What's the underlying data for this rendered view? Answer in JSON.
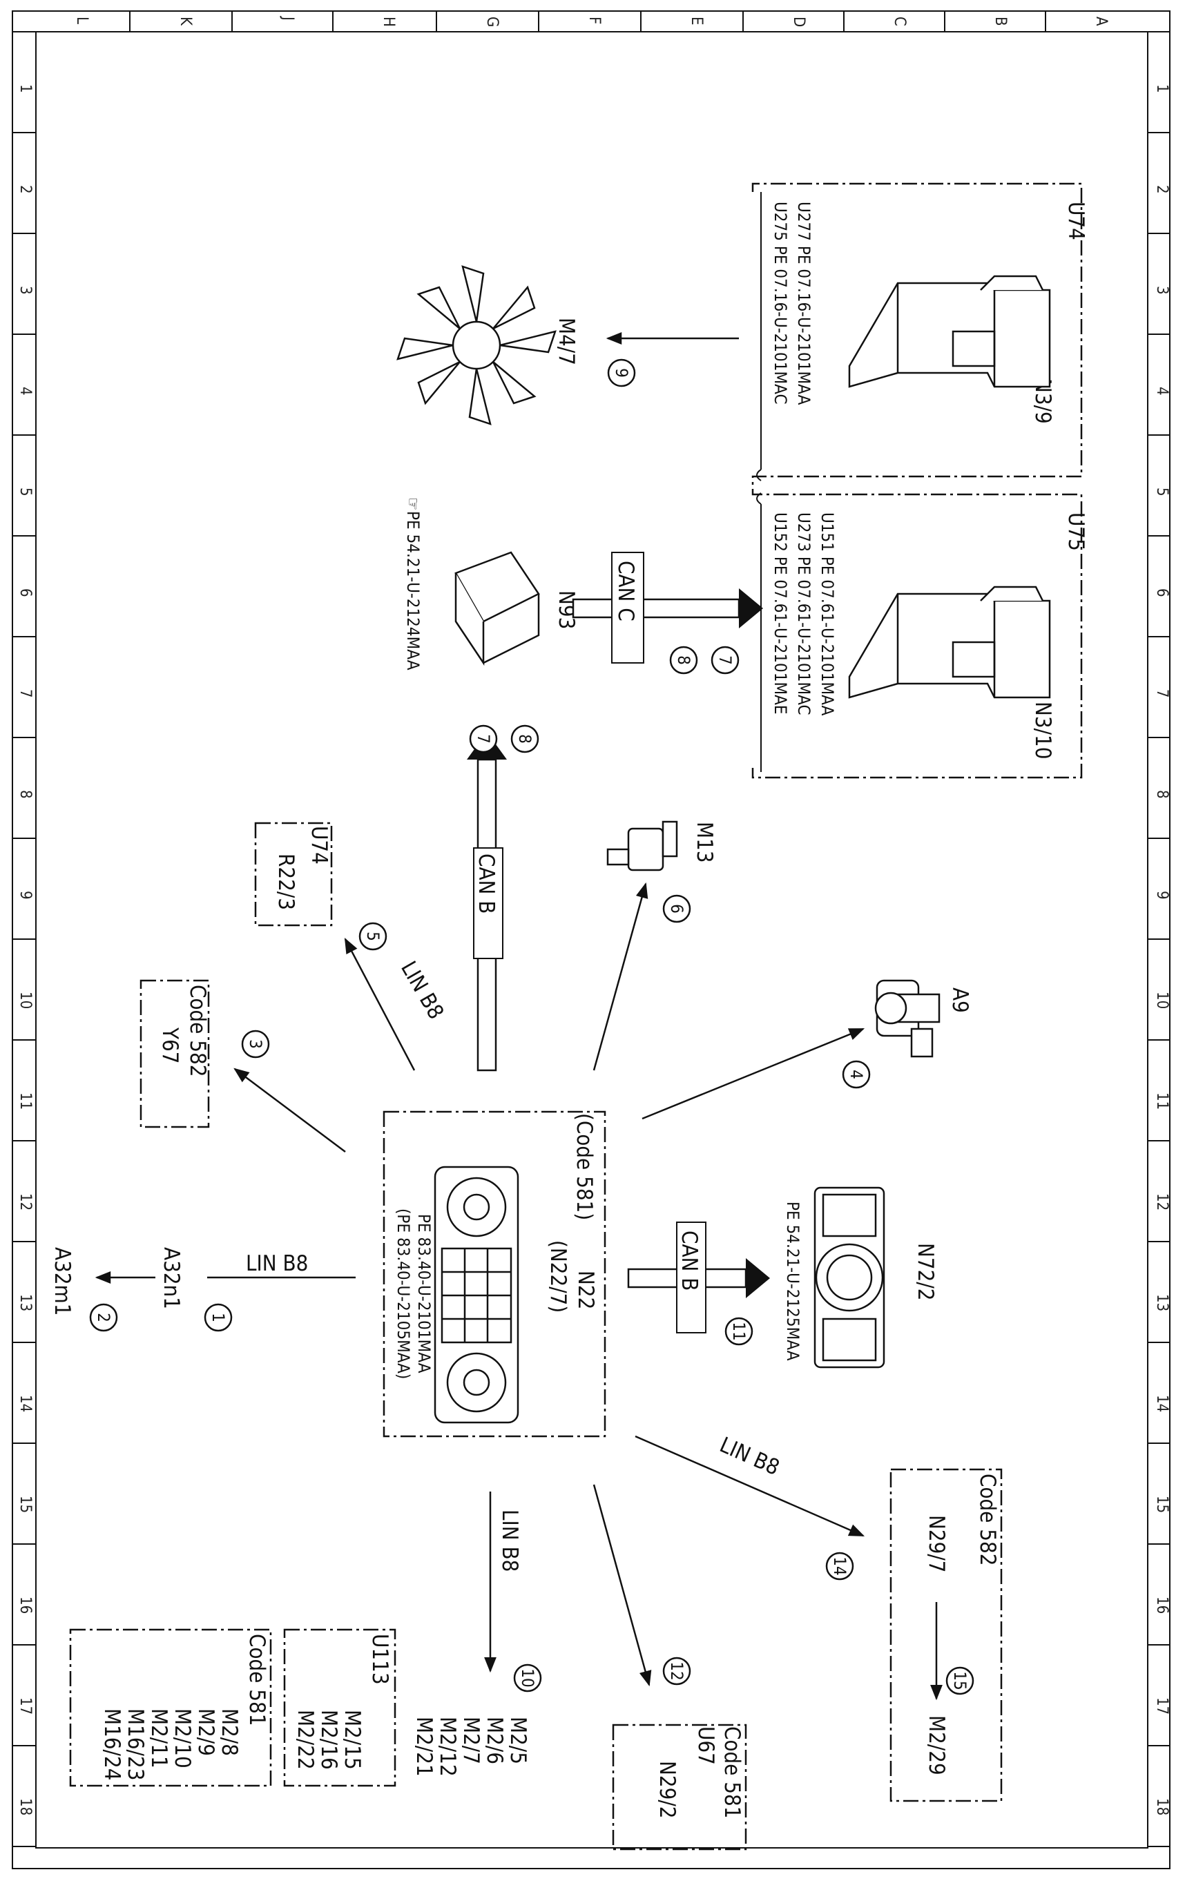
{
  "frame": {
    "columns": [
      "L",
      "K",
      "J",
      "H",
      "G",
      "F",
      "E",
      "D",
      "C",
      "B",
      "A"
    ],
    "rows": [
      "1",
      "2",
      "3",
      "4",
      "5",
      "6",
      "7",
      "8",
      "9",
      "10",
      "11",
      "12",
      "13",
      "14",
      "15",
      "16",
      "17",
      "18"
    ]
  },
  "components": {
    "n22": {
      "name": "N22",
      "sub": "(N22/7)",
      "code": "(Code 581)",
      "ref1": "PE 83.40-U-2101MAA",
      "ref2": "(PE 83.40-U-2105MAA)"
    },
    "n72": {
      "name": "N72/2",
      "ref": "PE 54.21-U-2125MAA"
    },
    "a9": {
      "name": "A9"
    },
    "m13": {
      "name": "M13"
    },
    "n93": {
      "name": "N93",
      "ref": "PE 54.21-U-2124MAA"
    },
    "m47": {
      "name": "M4/7"
    },
    "u74box": {
      "title": "U74",
      "part": "N3/9",
      "lines": [
        "U277  PE 07.16-U-2101MAA",
        "U275  PE 07.16-U-2101MAC"
      ]
    },
    "u75box": {
      "title": "U75",
      "part": "N3/10",
      "lines": [
        "U151  PE 07.61-U-2101MAA",
        "U273  PE 07.61-U-2101MAC",
        "U152  PE 07.61-U-2101MAE"
      ]
    },
    "u74r": {
      "title": "U74",
      "part": "R22/3"
    },
    "code582y": {
      "title": "Code 582",
      "part": "Y67"
    },
    "a32n1": {
      "name": "A32n1"
    },
    "a32m1": {
      "name": "A32m1"
    },
    "u113": {
      "title": "U113",
      "lines": [
        "M2/15",
        "M2/16",
        "M2/22"
      ]
    },
    "code581m": {
      "title": "Code 581",
      "lines": [
        "M2/8",
        "M2/9",
        "M2/10",
        "M2/11",
        "M16/23",
        "M16/24"
      ]
    },
    "m2list": {
      "lines": [
        "M2/5",
        "M2/6",
        "M2/7",
        "M2/12",
        "M2/21"
      ]
    },
    "code581u": {
      "title": "Code 581",
      "sub": "U67",
      "part": "N29/2"
    },
    "code582n": {
      "title": "Code 582",
      "part": "N29/7",
      "target": "M2/29"
    }
  },
  "buses": {
    "can_b": "CAN B",
    "can_c": "CAN C",
    "lin_b8": "LIN B8"
  },
  "markers": [
    "1",
    "2",
    "3",
    "4",
    "5",
    "6",
    "7",
    "8",
    "9",
    "10",
    "11",
    "12",
    "14",
    "15"
  ]
}
